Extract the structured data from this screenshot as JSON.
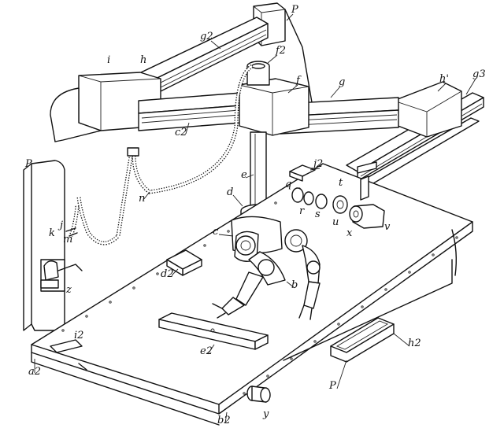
{
  "labels": {
    "P_top": "P",
    "g2": "g2",
    "i": "i",
    "h": "h",
    "f2": "f2",
    "f": "f",
    "g": "g",
    "h1": "h'",
    "g3": "g3",
    "c2": "c2",
    "P_left": "P",
    "e": "e",
    "j2": "j2",
    "q": "q",
    "t": "t",
    "n": "n",
    "d": "d",
    "r": "r",
    "s": "s",
    "u": "u",
    "x": "x",
    "v": "v",
    "j": "j",
    "k": "k",
    "m": "m",
    "c": "c",
    "d2": "d2",
    "b": "b",
    "z": "z",
    "e2": "e2",
    "i2": "i2",
    "h2": "h2",
    "a2": "a2",
    "P_bottom": "P",
    "b2": "b2",
    "y": "y"
  }
}
